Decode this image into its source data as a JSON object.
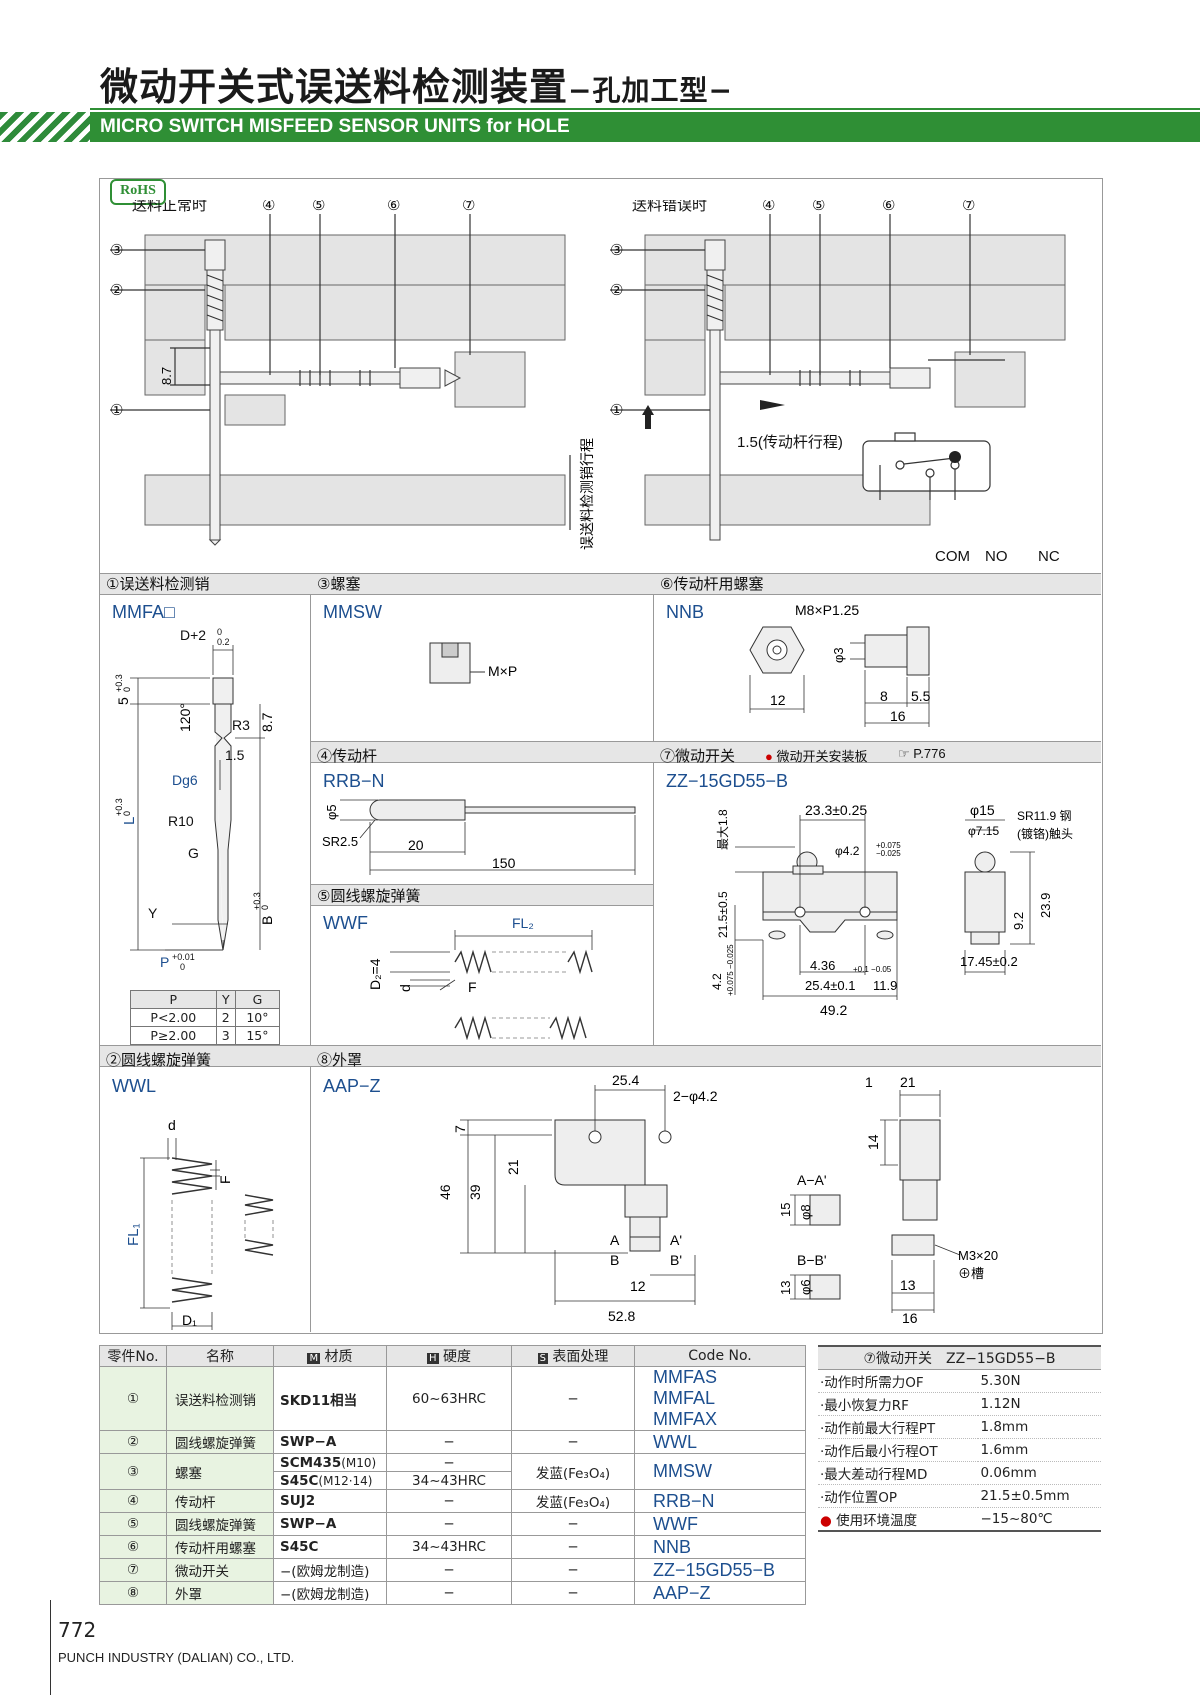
{
  "header": {
    "title_cn": "微动开关式误送料检测装置",
    "title_suffix": "−孔加工型−",
    "title_en": "MICRO SWITCH MISFEED SENSOR UNITS for HOLE"
  },
  "rohs": "RoHS",
  "top_diagram": {
    "left_caption": "送料正常时",
    "right_caption": "送料错误时",
    "callouts": [
      "①",
      "②",
      "③",
      "④",
      "⑤",
      "⑥",
      "⑦"
    ],
    "dim_87": "8.7",
    "stroke_label": "1.5(传动杆行程)",
    "vertical_label": "误送料检测销行程",
    "switch_terms": [
      "COM",
      "NO",
      "NC"
    ]
  },
  "sections": {
    "s1": {
      "title": "①误送料检测销",
      "code": "MMFA□"
    },
    "s3": {
      "title": "③螺塞",
      "code": "MMSW"
    },
    "s6": {
      "title": "⑥传动杆用螺塞",
      "code": "NNB"
    },
    "s4": {
      "title": "④传动杆",
      "code": "RRB−N"
    },
    "s7": {
      "title": "⑦微动开关",
      "note": "微动开关安装板",
      "ref": "P.776",
      "code": "ZZ−15GD55−B"
    },
    "s5": {
      "title": "⑤圆线螺旋弹簧",
      "code": "WWF"
    },
    "s2": {
      "title": "②圆线螺旋弹簧",
      "code": "WWL"
    },
    "s8": {
      "title": "⑧外罩",
      "code": "AAP−Z"
    }
  },
  "mmfa_dims": {
    "d": "D+2",
    "d_tol_up": "0",
    "d_tol_dn": "0.2",
    "five": "5",
    "five_tol_up": "+0.3",
    "five_tol_dn": "0",
    "angle": "120°",
    "h87": "8.7",
    "r3": "R3",
    "l": "L",
    "l_tol_up": "+0.3",
    "l_tol_dn": "0",
    "w15": "1.5",
    "dg6": "Dg6",
    "r10": "R10",
    "g": "G",
    "b": "B",
    "b_tol_up": "+0.3",
    "b_tol_dn": "0",
    "y": "Y",
    "p": "P",
    "p_tol_up": "+0.01",
    "p_tol_dn": "0"
  },
  "pyg_table": {
    "headers": [
      "P",
      "Y",
      "G"
    ],
    "rows": [
      [
        "P<2.00",
        "2",
        "10°"
      ],
      [
        "P≥2.00",
        "3",
        "15°"
      ]
    ]
  },
  "mmsw_dims": {
    "mp": "M×P"
  },
  "nnb_dims": {
    "thread": "M8×P1.25",
    "d3": "φ3",
    "w12": "12",
    "w8": "8",
    "w55": "5.5",
    "w16": "16"
  },
  "rrb_dims": {
    "d5": "φ5",
    "sr": "SR2.5",
    "l20": "20",
    "l150": "150"
  },
  "wwf_dims": {
    "fl2": "FL₂",
    "d2": "D₂=4",
    "d": "d",
    "f": "F"
  },
  "zz_dims": {
    "w233": "23.3±0.25",
    "max18": "最大1.8",
    "h215": "21.5±0.5",
    "hole": "φ4.2",
    "hole_tol_up": "+0.075",
    "hole_tol_dn": "−0.025",
    "h42": "4.2",
    "h42_tol": "+0.075 −0.025",
    "w436": "4.36",
    "w436_tol": "+0.1 −0.05",
    "w254": "25.4±0.1",
    "w119": "11.9",
    "w492": "49.2",
    "d15": "φ15",
    "d715": "φ7.15",
    "sr119": "SR11.9 钢",
    "sr119b": "(镀铬)触头",
    "h239": "23.9",
    "h92": "9.2",
    "w1745": "17.45±0.2"
  },
  "wwl_dims": {
    "d": "d",
    "f": "F",
    "fl1": "FL₁",
    "d1": "D₁"
  },
  "aap_dims": {
    "w254": "25.4",
    "holes": "2−φ4.2",
    "h7": "7",
    "h46": "46",
    "h39": "39",
    "h21": "21",
    "w12": "12",
    "w528": "52.8",
    "a": "A",
    "a2": "A'",
    "b": "B",
    "b2": "B'",
    "h15": "15",
    "d8": "φ8",
    "d6": "φ6",
    "h13": "13",
    "aa": "A−A'",
    "bb": "B−B'",
    "w1": "1",
    "w21": "21",
    "h14": "14",
    "m3": "M3×20",
    "slot": "⊕槽",
    "w13": "13",
    "w16": "16"
  },
  "parts_table": {
    "headers": [
      "零件No.",
      "名称",
      "材质",
      "硬度",
      "表面处理",
      "Code No."
    ],
    "header_icons": [
      "M",
      "H",
      "S"
    ],
    "rows": [
      {
        "no": "①",
        "name": "误送料检测销",
        "mat": "SKD11相当",
        "hard": "60~63HRC",
        "surf": "−",
        "codes": [
          "MMFAS",
          "MMFAL",
          "MMFAX"
        ]
      },
      {
        "no": "②",
        "name": "圆线螺旋弹簧",
        "mat": "SWP−A",
        "hard": "−",
        "surf": "−",
        "codes": [
          "WWL"
        ]
      },
      {
        "no": "③",
        "name": "螺塞",
        "mat": "SCM435",
        "mat_note": "(M10)",
        "mat2": "S45C",
        "mat2_note": "(M12·14)",
        "hard": "−",
        "hard2": "34~43HRC",
        "surf": "发蓝(Fe₃O₄)",
        "codes": [
          "MMSW"
        ]
      },
      {
        "no": "④",
        "name": "传动杆",
        "mat": "SUJ2",
        "hard": "−",
        "surf": "发蓝(Fe₃O₄)",
        "codes": [
          "RRB−N"
        ]
      },
      {
        "no": "⑤",
        "name": "圆线螺旋弹簧",
        "mat": "SWP−A",
        "hard": "−",
        "surf": "−",
        "codes": [
          "WWF"
        ]
      },
      {
        "no": "⑥",
        "name": "传动杆用螺塞",
        "mat": "S45C",
        "hard": "34~43HRC",
        "surf": "−",
        "codes": [
          "NNB"
        ]
      },
      {
        "no": "⑦",
        "name": "微动开关",
        "mat": "−(欧姆龙制造)",
        "hard": "−",
        "surf": "−",
        "codes": [
          "ZZ−15GD55−B"
        ]
      },
      {
        "no": "⑧",
        "name": "外罩",
        "mat": "−(欧姆龙制造)",
        "hard": "−",
        "surf": "−",
        "codes": [
          "AAP−Z"
        ]
      }
    ]
  },
  "spec_table": {
    "title": "⑦微动开关　ZZ−15GD55−B",
    "rows": [
      [
        "·动作时所需力OF",
        "5.30N"
      ],
      [
        "·最小恢复力RF",
        "1.12N"
      ],
      [
        "·动作前最大行程PT",
        "1.8mm"
      ],
      [
        "·动作后最小行程OT",
        "1.6mm"
      ],
      [
        "·最大差动行程MD",
        "0.06mm"
      ],
      [
        "·动作位置OP",
        "21.5±0.5mm"
      ],
      [
        "使用环境温度",
        "−15~80℃"
      ]
    ]
  },
  "footer": {
    "page": "772",
    "company": "PUNCH INDUSTRY (DALIAN) CO., LTD."
  },
  "colors": {
    "brand_green": "#2f8f35",
    "code_blue": "#1d4f8f",
    "table_green": "#e8f3e1"
  }
}
